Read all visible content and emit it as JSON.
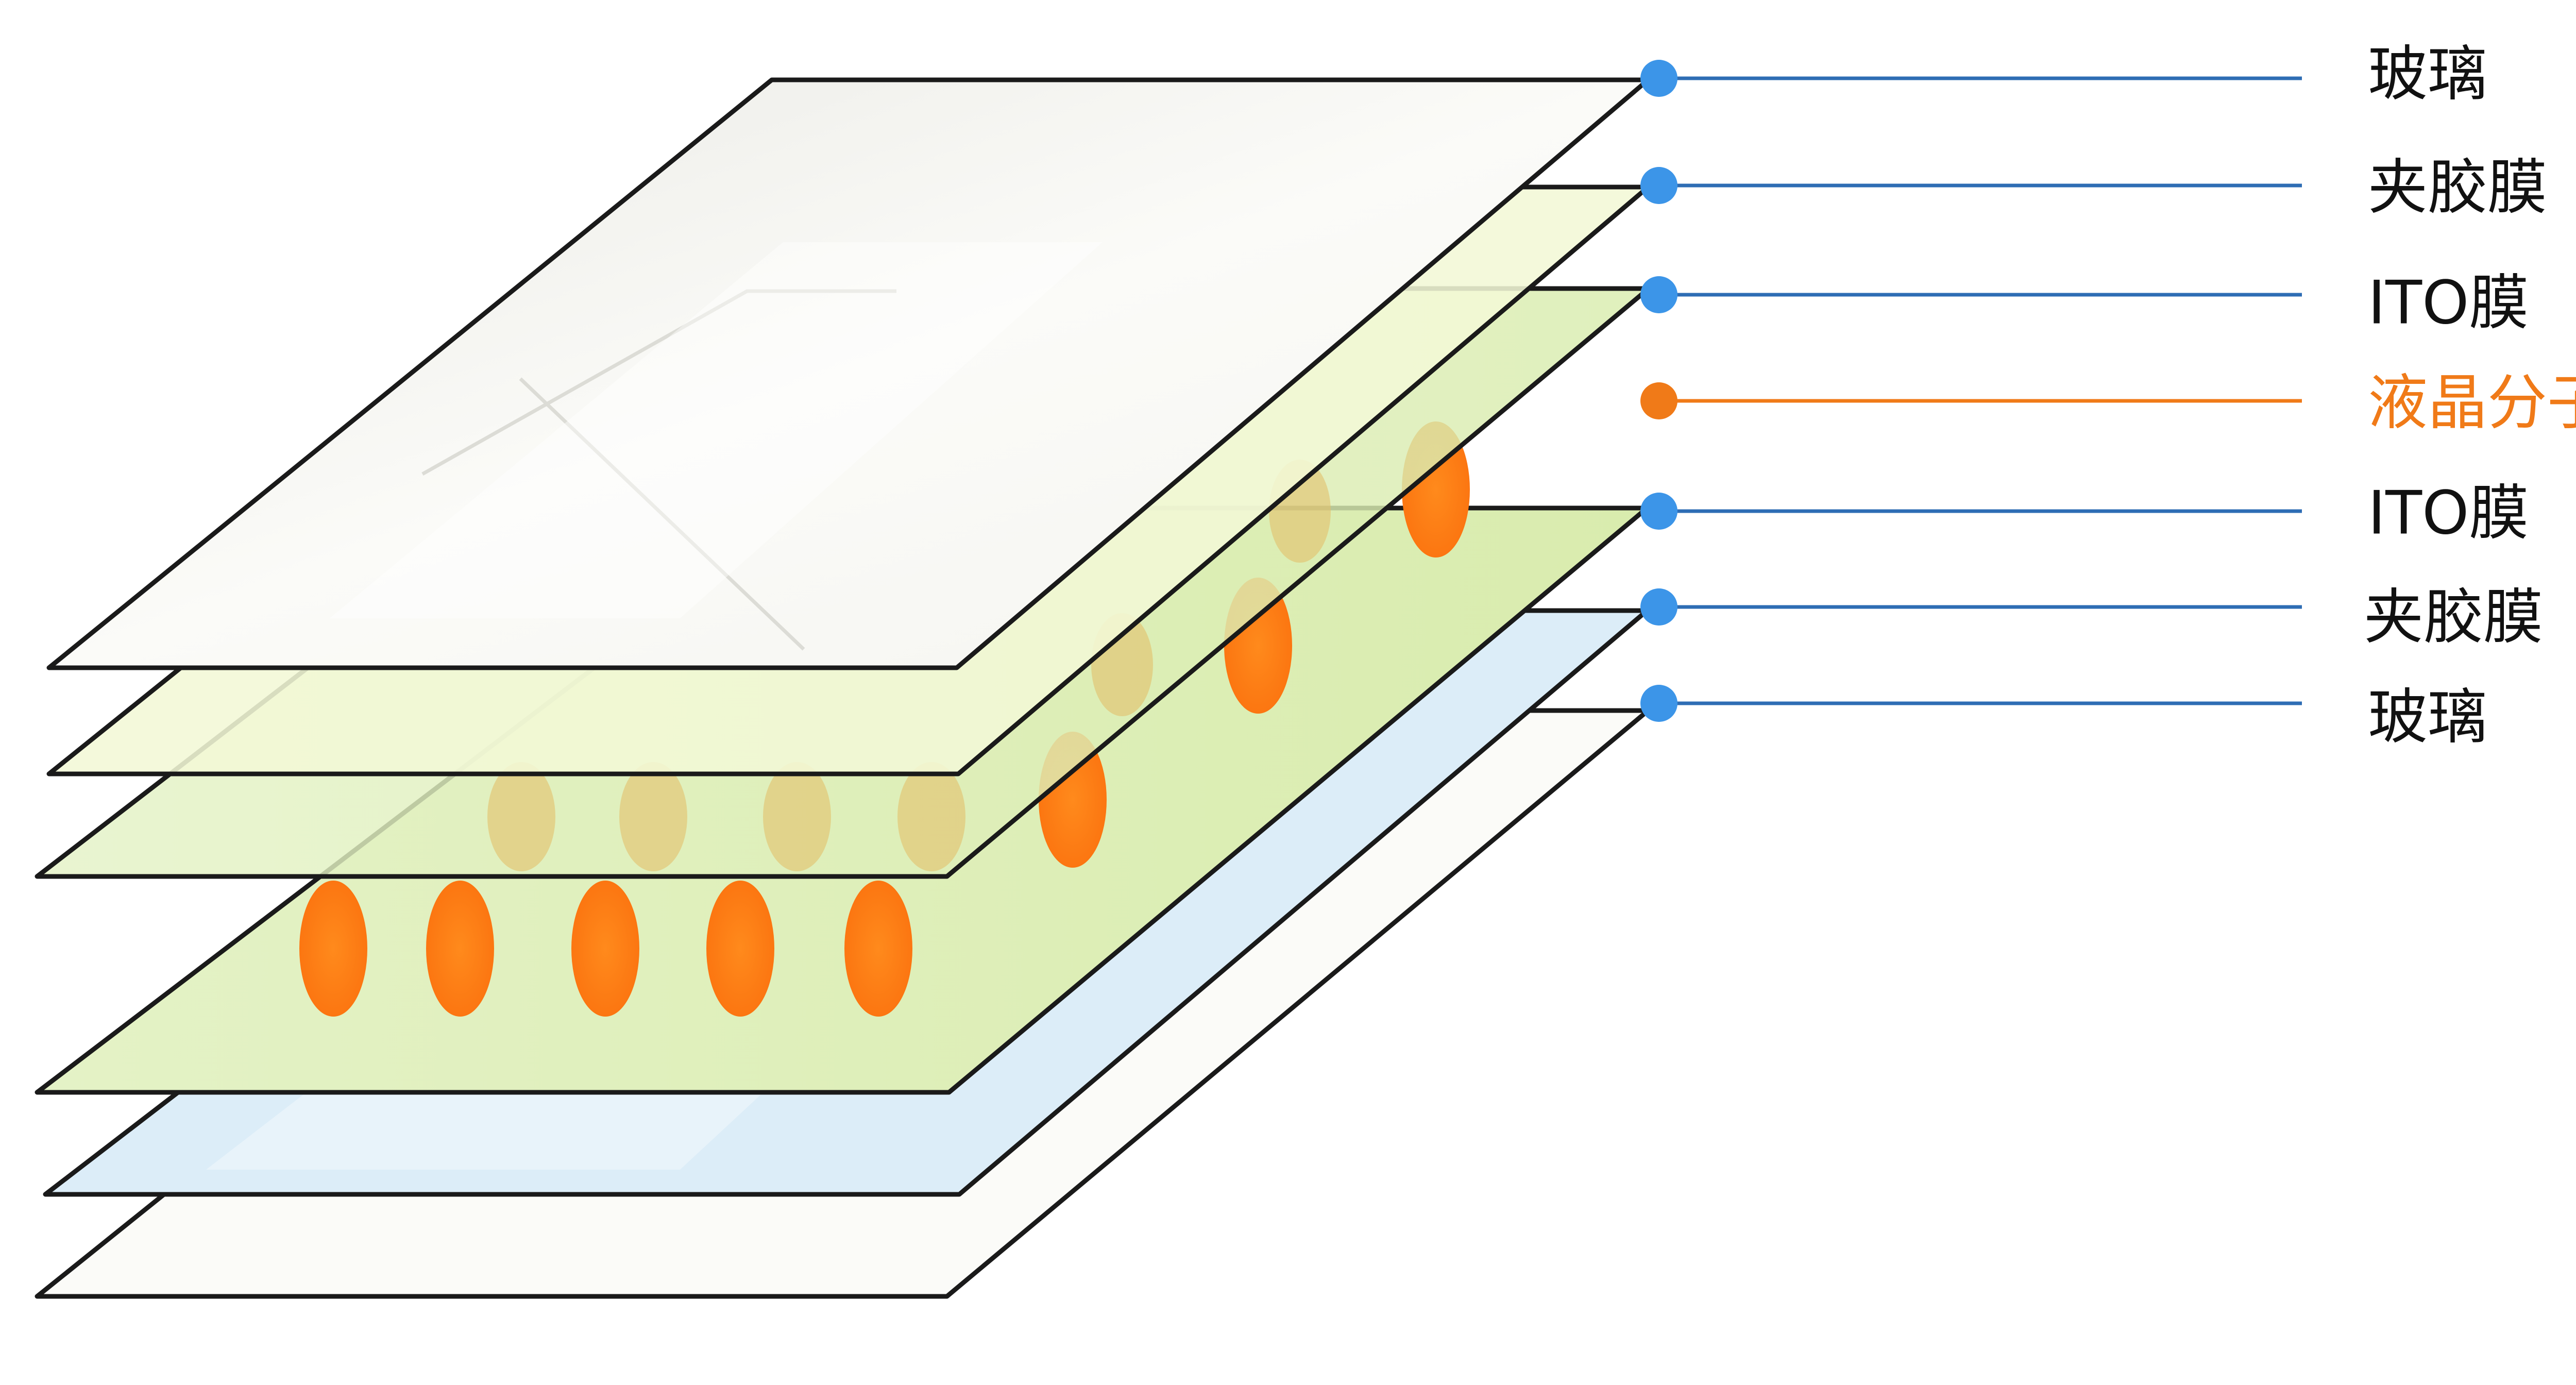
{
  "layers": [
    {
      "id": "glass-top",
      "label": "玻璃",
      "type": "glass"
    },
    {
      "id": "film-top",
      "label": "夹胶膜",
      "type": "interlayer"
    },
    {
      "id": "ito-top",
      "label": "ITO膜",
      "type": "ito"
    },
    {
      "id": "lc",
      "label": "液晶分子",
      "type": "liquid-crystal"
    },
    {
      "id": "ito-bottom",
      "label": "ITO膜",
      "type": "ito"
    },
    {
      "id": "film-bottom",
      "label": "夹胶膜",
      "type": "interlayer"
    },
    {
      "id": "glass-bottom",
      "label": "玻璃",
      "type": "glass"
    }
  ],
  "colors": {
    "glass": "#fbfbf7",
    "interlayer_top": "#f3f8d8",
    "ito": "#e1f1bf",
    "interlayer_bottom": "#dcedf8",
    "outline": "#1a1a1a",
    "connector_blue": "#2e6db4",
    "dot_blue": "#3c95e8",
    "connector_orange": "#f07a18",
    "molecule": "#ff7d14",
    "molecule_faded": "#e7c26a",
    "label_default": "#111111",
    "label_highlight": "#f07a18"
  }
}
